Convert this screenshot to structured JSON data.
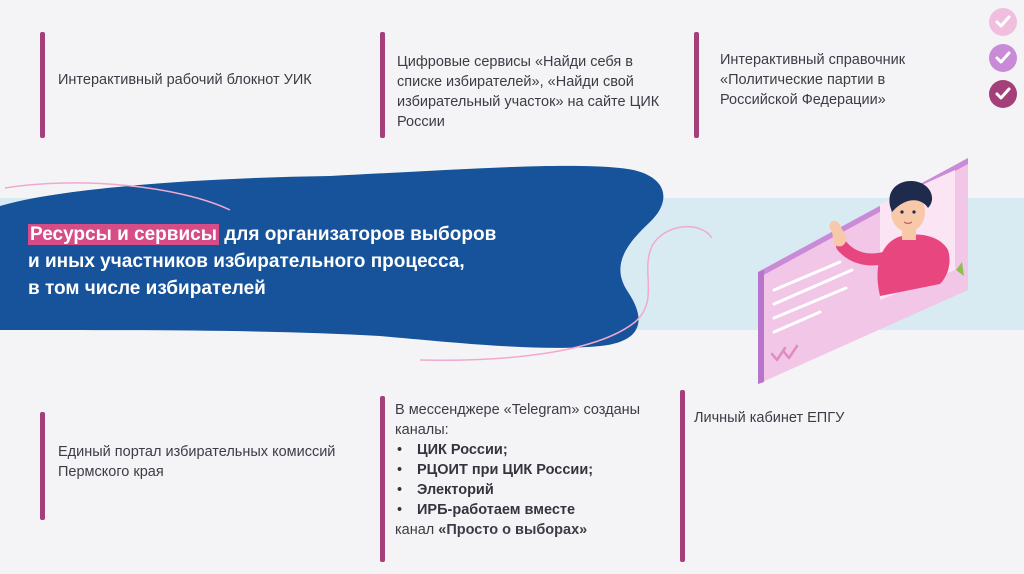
{
  "blocks": {
    "b1": "Интерактивный рабочий блокнот УИК",
    "b2": "Цифровые сервисы «Найди себя в списке избирателей», «Найди свой избирательный участок» на сайте ЦИК России",
    "b3": "Интерактивный справочник «Политические партии в Российской Федерации»",
    "b4": "Единый портал избирательных комиссий Пермского края",
    "b5": {
      "intro": "В мессенджере «Telegram» созданы каналы:",
      "items": [
        "ЦИК России;",
        "РЦОИТ при ЦИК России;",
        "Электорий",
        "ИРБ-работаем вместе"
      ],
      "tail_prefix": "канал ",
      "tail_bold": "«Просто о выборах»"
    },
    "b6": "Личный кабинет ЕПГУ"
  },
  "headline": {
    "highlight": "Ресурсы и сервисы",
    "rest_line1": " для организаторов выборов",
    "line2": "и иных участников избирательного процесса,",
    "line3": "в том числе избирателей"
  },
  "colors": {
    "accent": "#a53f7a",
    "blob": "#16539a",
    "band": "#d9ebf2",
    "highlight": "#d64c87",
    "check_light": "#f0bfe0",
    "check_mid": "#c98ad8",
    "check_dark": "#a53f7a"
  },
  "icons": [
    "check-circle-icon",
    "check-circle-icon",
    "check-circle-icon",
    "double-check-icon"
  ]
}
